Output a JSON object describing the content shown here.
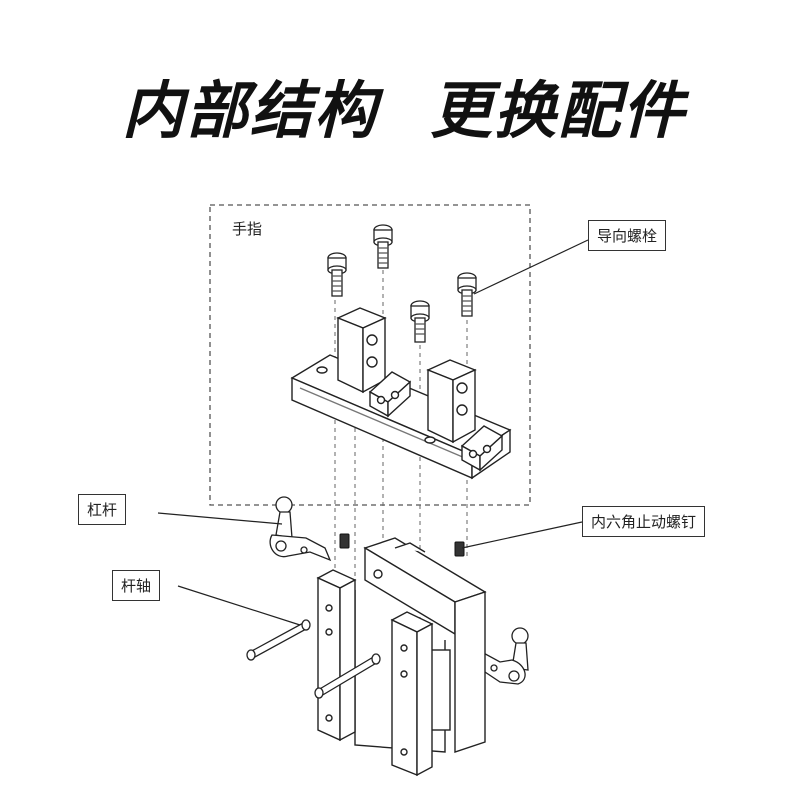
{
  "title": {
    "left": "内部结构",
    "right": "更换配件"
  },
  "labels": {
    "finger": "手指",
    "guide_bolt": "导向螺栓",
    "lever": "杠杆",
    "set_screw": "内六角止动螺钉",
    "lever_shaft": "杆轴"
  }
}
